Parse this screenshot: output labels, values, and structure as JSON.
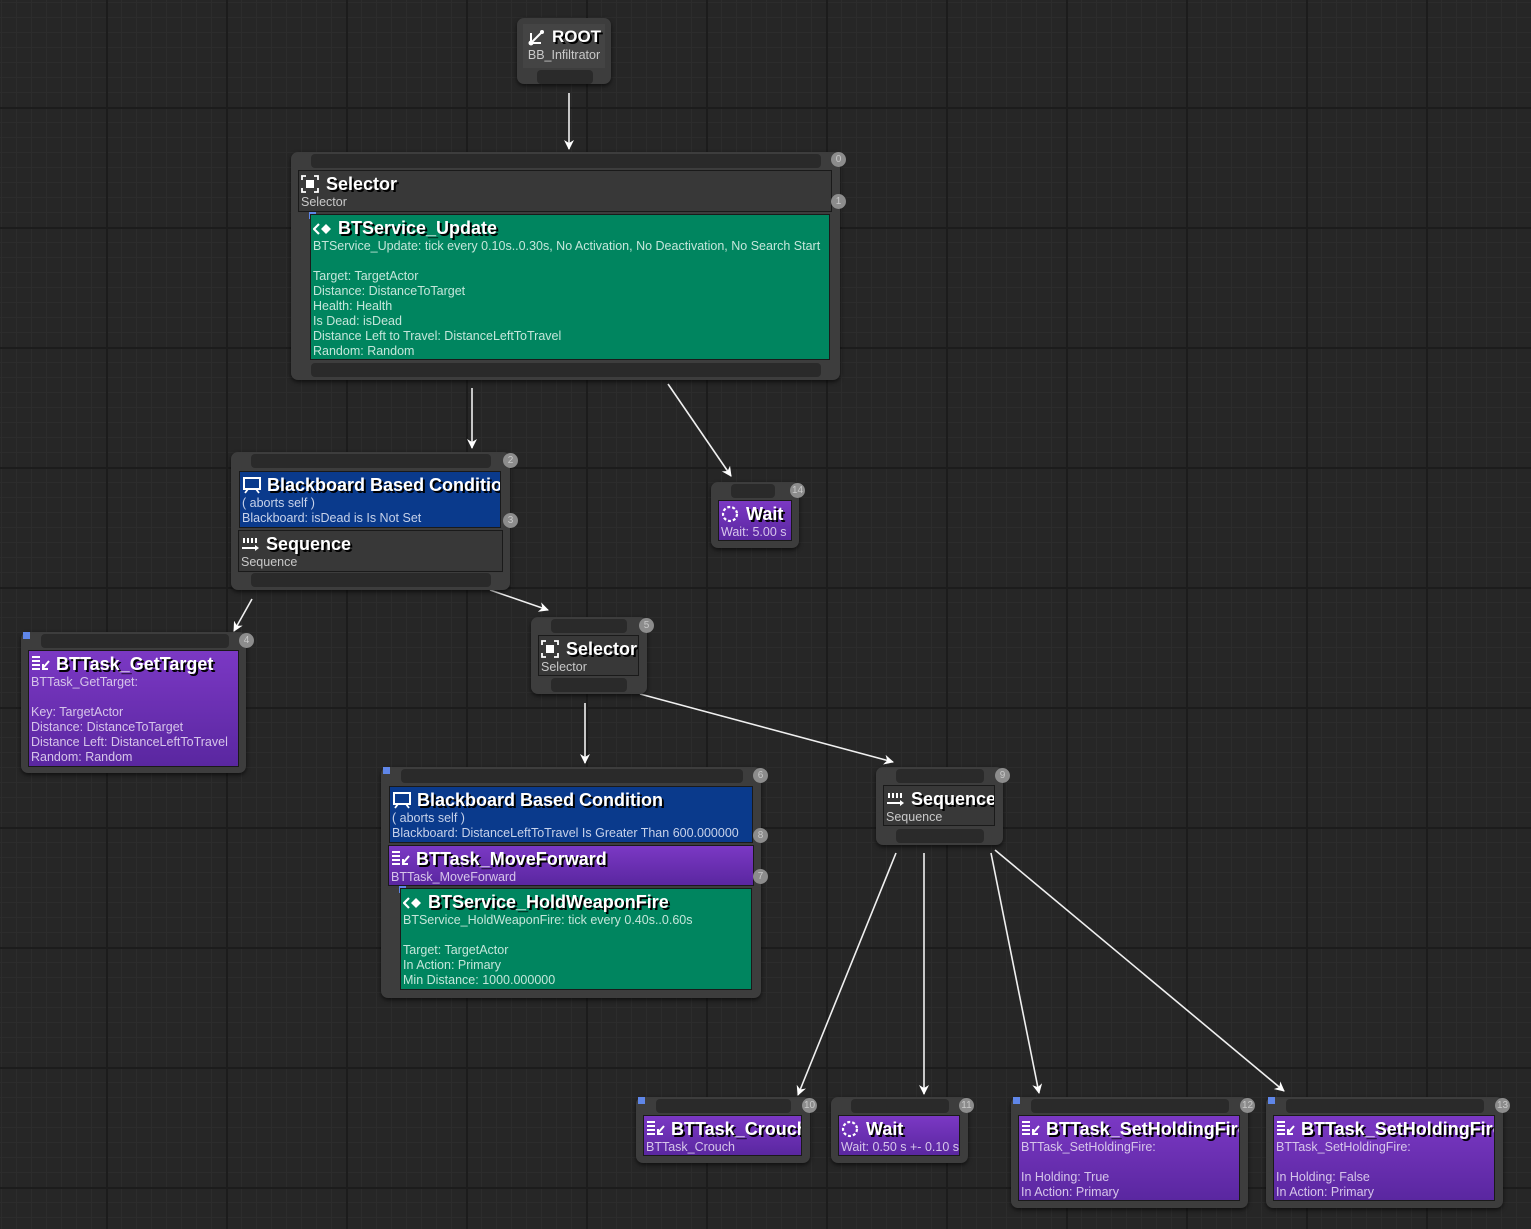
{
  "graph": {
    "root": {
      "title": "ROOT",
      "subtitle": "BB_Infiltrator",
      "icon": "root-icon"
    },
    "selector_main": {
      "title": "Selector",
      "subtitle": "Selector",
      "icon": "selector-icon",
      "badges": [
        "0",
        "1"
      ],
      "service": {
        "title": "BTService_Update",
        "icon": "service-icon",
        "lines": "BTService_Update: tick every 0.10s..0.30s, No Activation, No Deactivation, No Search Start\n\nTarget: TargetActor\nDistance: DistanceToTarget\nHealth: Health\nIs Dead: isDead\nDistance Left to Travel: DistanceLeftToTravel\nRandom: Random"
      }
    },
    "sequence_alive": {
      "badges": [
        "2",
        "3"
      ],
      "decorator": {
        "title": "Blackboard Based Condition",
        "icon": "blackboard-icon",
        "lines": "( aborts self )\nBlackboard: isDead is Is Not Set"
      },
      "title": "Sequence",
      "subtitle": "Sequence",
      "icon": "sequence-icon"
    },
    "wait_long": {
      "title": "Wait",
      "subtitle": "Wait: 5.00 s",
      "icon": "wait-icon",
      "badge": "14"
    },
    "get_target": {
      "title": "BTTask_GetTarget",
      "icon": "task-icon",
      "badge": "4",
      "lines": "BTTask_GetTarget:\n\nKey: TargetActor\nDistance: DistanceToTarget\nDistance Left: DistanceLeftToTravel\nRandom: Random"
    },
    "selector_inner": {
      "title": "Selector",
      "subtitle": "Selector",
      "icon": "selector-icon",
      "badge": "5"
    },
    "move_forward": {
      "badges": [
        "6",
        "8",
        "7"
      ],
      "decorator": {
        "title": "Blackboard Based Condition",
        "icon": "blackboard-icon",
        "lines": "( aborts self )\nBlackboard: DistanceLeftToTravel Is Greater Than 600.000000"
      },
      "task": {
        "title": "BTTask_MoveForward",
        "subtitle": "BTTask_MoveForward",
        "icon": "task-icon"
      },
      "service": {
        "title": "BTService_HoldWeaponFire",
        "icon": "service-icon",
        "lines": "BTService_HoldWeaponFire: tick every 0.40s..0.60s\n\nTarget: TargetActor\nIn Action: Primary\nMin Distance: 1000.000000"
      }
    },
    "sequence_cover": {
      "title": "Sequence",
      "subtitle": "Sequence",
      "icon": "sequence-icon",
      "badge": "9"
    },
    "crouch": {
      "title": "BTTask_Crouch",
      "subtitle": "BTTask_Crouch",
      "icon": "task-icon",
      "badge": "10"
    },
    "wait_short": {
      "title": "Wait",
      "subtitle": "Wait: 0.50 s +- 0.10 s",
      "icon": "wait-icon",
      "badge": "11"
    },
    "hold_fire_true": {
      "title": "BTTask_SetHoldingFire",
      "icon": "task-icon",
      "badge": "12",
      "lines": "BTTask_SetHoldingFire:\n\nIn Holding: True\nIn Action: Primary"
    },
    "hold_fire_false": {
      "title": "BTTask_SetHoldingFire",
      "icon": "task-icon",
      "badge": "13",
      "lines": "BTTask_SetHoldingFire:\n\nIn Holding: False\nIn Action: Primary"
    }
  },
  "colors": {
    "composite": "#383838",
    "decorator": "#0a3a8c",
    "task": "#6a2fb4",
    "service": "#00855f",
    "background": "#262626"
  },
  "edges": [
    [
      "ROOT",
      "Selector (0)"
    ],
    [
      "Selector (0)",
      "Sequence (2)"
    ],
    [
      "Selector (0)",
      "Wait (14)"
    ],
    [
      "Sequence (2)",
      "BTTask_GetTarget (4)"
    ],
    [
      "Sequence (2)",
      "Selector (5)"
    ],
    [
      "Selector (5)",
      "BTTask_MoveForward (6)"
    ],
    [
      "Selector (5)",
      "Sequence (9)"
    ],
    [
      "Sequence (9)",
      "BTTask_Crouch (10)"
    ],
    [
      "Sequence (9)",
      "Wait (11)"
    ],
    [
      "Sequence (9)",
      "BTTask_SetHoldingFire (12)"
    ],
    [
      "Sequence (9)",
      "BTTask_SetHoldingFire (13)"
    ]
  ]
}
